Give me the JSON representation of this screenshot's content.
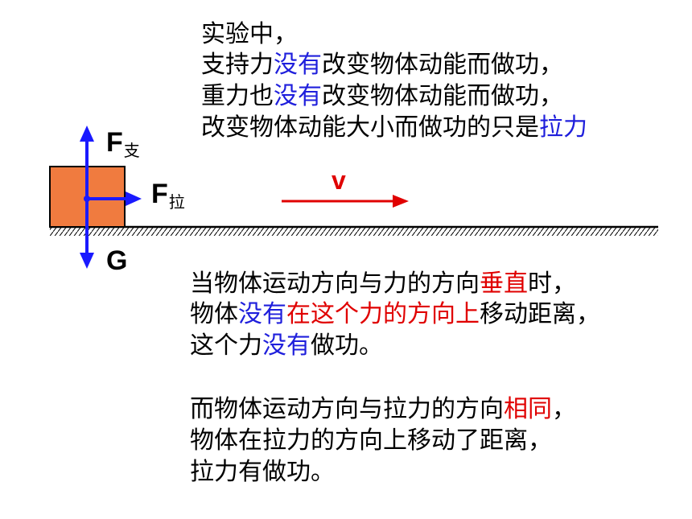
{
  "top_text": {
    "line1": "实验中，",
    "line2": {
      "a": "支持力",
      "b": "没有",
      "c": "改变物体动能而做功，"
    },
    "line3": {
      "a": "重力也",
      "b": "没有",
      "c": "改变物体动能而做功，"
    },
    "line4": {
      "a": "改变物体动能大小而做功的只是",
      "b": "拉力"
    }
  },
  "labels": {
    "f_support_main": "F",
    "f_support_sub": "支",
    "f_pull_main": "F",
    "f_pull_sub": "拉",
    "gravity": "G",
    "velocity": "v"
  },
  "middle_text": {
    "line1": {
      "a": "当物体运动方向与力的方向",
      "b": "垂直",
      "c": "时，"
    },
    "line2": {
      "a": "物体",
      "b": "没有",
      "c": "在这个力的方向上",
      "d": "移动距离，"
    },
    "line3": {
      "a": "这个力",
      "b": "没有",
      "c": "做功。"
    }
  },
  "bottom_text": {
    "line1": {
      "a": "而物体运动方向与拉力的方向",
      "b": "相同",
      "c": "，"
    },
    "line2": "物体在拉力的方向上移动了距离，",
    "line3": "拉力有做功。"
  },
  "colors": {
    "force_arrow": "#1a1aff",
    "velocity_arrow": "#e00000",
    "block_fill": "#f07b3f",
    "emphasis_blue": "#1f1fdc",
    "emphasis_red": "#e00000"
  }
}
